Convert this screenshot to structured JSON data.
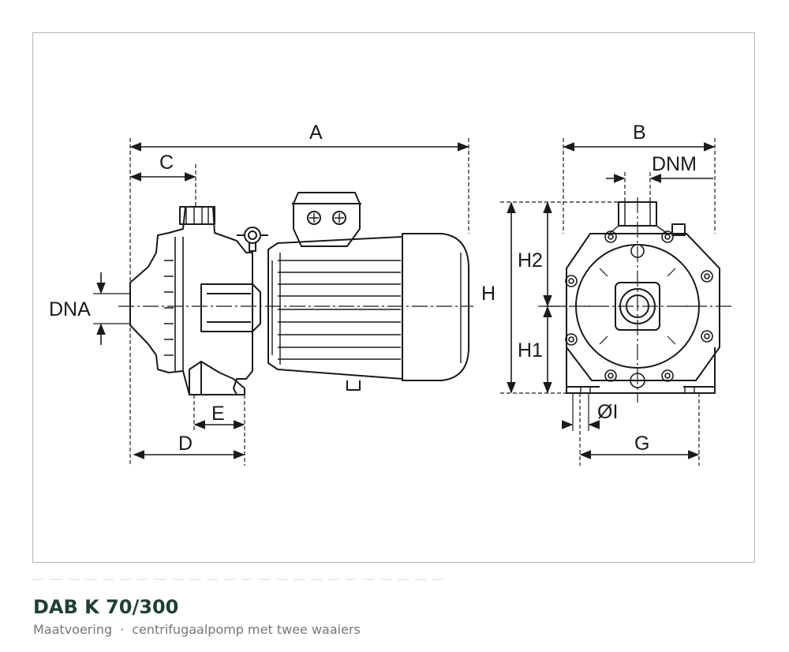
{
  "figure": {
    "title": "DAB K 70/300",
    "subtitle_left": "Maatvoering",
    "subtitle_sep": "·",
    "subtitle_right": "centrifugaalpomp met twee waaiers"
  },
  "dimensions": {
    "a": "A",
    "b": "B",
    "c": "C",
    "d": "D",
    "e": "E",
    "g": "G",
    "h": "H",
    "h1": "H1",
    "h2": "H2",
    "dna": "DNA",
    "dnm": "DNM",
    "oi": "ØI"
  },
  "colors": {
    "line": "#1a1a1a",
    "frame": "#b5b5b5",
    "title": "#1f3f36",
    "subtitle": "#777777"
  }
}
